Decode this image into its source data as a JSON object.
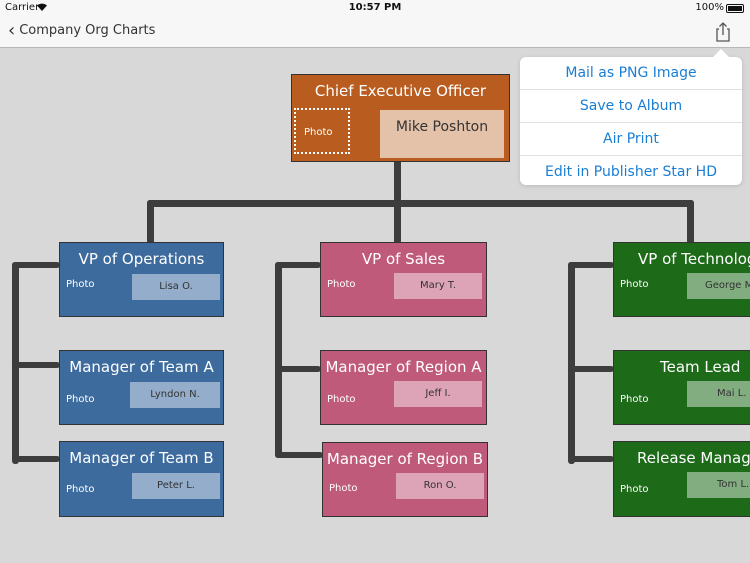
{
  "status_bar": {
    "carrier": "Carrier",
    "time": "10:57 PM",
    "battery_text": "100%",
    "battery_level": 1.0
  },
  "nav": {
    "back_label": "Company Org Charts",
    "share_icon": "share-icon"
  },
  "popover": {
    "items": [
      "Mail as PNG Image",
      "Save to Album",
      "Air Print",
      "Edit in Publisher Star HD"
    ]
  },
  "colors": {
    "ceo": "#b85d1f",
    "operations": "#3d6b9e",
    "sales": "#c05a7b",
    "technology": "#1d6a18",
    "connector": "#3d3d3d"
  },
  "org": {
    "ceo": {
      "title": "Chief Executive Officer",
      "photo": "Photo",
      "name": "Mike Poshton"
    },
    "operations": [
      {
        "title": "VP of Operations",
        "photo": "Photo",
        "name": "Lisa O."
      },
      {
        "title": "Manager of Team A",
        "photo": "Photo",
        "name": "Lyndon N."
      },
      {
        "title": "Manager of Team B",
        "photo": "Photo",
        "name": "Peter L."
      }
    ],
    "sales": [
      {
        "title": "VP of Sales",
        "photo": "Photo",
        "name": "Mary T."
      },
      {
        "title": "Manager of Region A",
        "photo": "Photo",
        "name": "Jeff I."
      },
      {
        "title": "Manager of Region B",
        "photo": "Photo",
        "name": "Ron O."
      }
    ],
    "technology": [
      {
        "title": "VP of Technology",
        "photo": "Photo",
        "name": "George M"
      },
      {
        "title": "Team Lead",
        "photo": "Photo",
        "name": "Mai L."
      },
      {
        "title": "Release Manager",
        "photo": "Photo",
        "name": "Tom L."
      }
    ]
  }
}
